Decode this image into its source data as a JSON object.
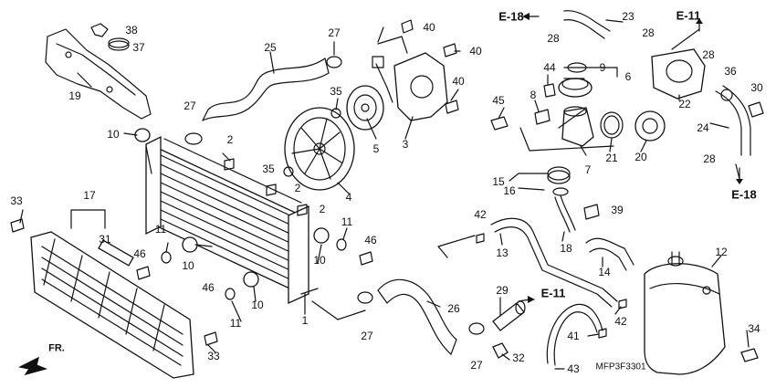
{
  "callouts": {
    "c1": "1",
    "c2a": "2",
    "c2b": "2",
    "c2c": "2",
    "c3": "3",
    "c4": "4",
    "c5": "5",
    "c6": "6",
    "c7": "7",
    "c8": "8",
    "c9": "9",
    "c10a": "10",
    "c10b": "10",
    "c10c": "10",
    "c11a": "11",
    "c11b": "11",
    "c11c": "11",
    "c12": "12",
    "c13": "13",
    "c14": "14",
    "c15": "15",
    "c16": "16",
    "c17": "17",
    "c18": "18",
    "c19": "19",
    "c20": "20",
    "c21": "21",
    "c22": "22",
    "c23": "23",
    "c24": "24",
    "c25": "25",
    "c26": "26",
    "c27a": "27",
    "c27b": "27",
    "c27c": "27",
    "c27d": "27",
    "c28a": "28",
    "c28b": "28",
    "c28c": "28",
    "c28d": "28",
    "c29": "29",
    "c30": "30",
    "c31": "31",
    "c32": "32",
    "c33a": "33",
    "c33b": "33",
    "c34": "34",
    "c35a": "35",
    "c35b": "35",
    "c36": "36",
    "c37": "37",
    "c38": "38",
    "c39": "39",
    "c40a": "40",
    "c40b": "40",
    "c40c": "40",
    "c41": "41",
    "c42a": "42",
    "c42b": "42",
    "c43": "43",
    "c44": "44",
    "c45": "45",
    "c46a": "46",
    "c46b": "46"
  },
  "refs": {
    "e18_top": "E-18",
    "e11_top": "E-11",
    "e18_right": "E-18",
    "e11_mid": "E-11",
    "front": "FR."
  },
  "diagram_code": "MFP3F3301"
}
